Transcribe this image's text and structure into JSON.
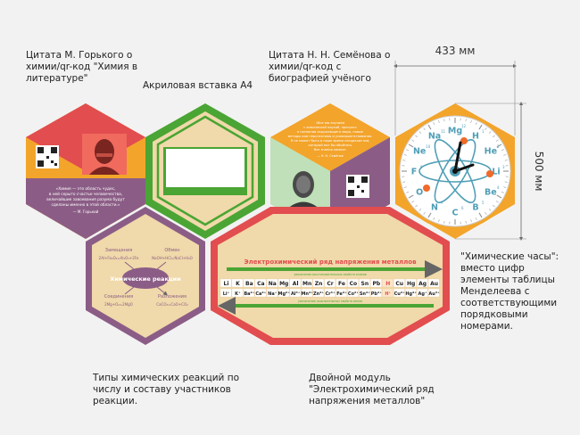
{
  "captions": {
    "gorky": "Цитата М. Горького о химии/qr-код \"Химия в литературе\"",
    "acrylic": "Акриловая вставка А4",
    "semenov": "Цитата Н. Н. Семёнова о химии/qr-код с биографией учёного",
    "clock": "\"Химические часы\": вместо цифр элементы таблицы Менделеева с соответствующими порядковыми номерами.",
    "reactions": "Типы химических реакций по числу и составу участников реакции.",
    "double": "Двойной модуль \"Электрохимический ряд напряжения металлов\""
  },
  "dimensions": {
    "width": "433 мм",
    "height": "500 мм"
  },
  "gorky_quote": [
    "«Химия — это область чудес,",
    "в ней скрыто счастье человечества,",
    "величайшие завоевания разума будут",
    "сделаны именно в этой области.»",
    "— М. Горький"
  ],
  "semenov_quote": [
    "«Все мы изучаем",
    "с химической наукой, прогресс",
    "в познании окружающего мира, новые",
    "методы или перспективы и усовершенствования.",
    "Я не может быть в наше время специалистом,",
    "который мог бы обойтись",
    "без знания химии»",
    "— Н. Н. Семёнов"
  ],
  "reactions": {
    "center": "Химические реакции",
    "labels": [
      "Замещения",
      "Обмен",
      "Соединения",
      "Разложения"
    ],
    "formulas": [
      "2Al+Fe₂O₃=Al₂O₃+2Fe",
      "NaOH+HCl=NaCl+H₂O",
      "2Mg+O₂=2MgO",
      "CaCO₃=CaO+CO₂"
    ]
  },
  "metals": {
    "title": "Электрохимический ряд напряжения металлов",
    "row1": [
      "Li",
      "K",
      "Ba",
      "Ca",
      "Na",
      "Mg",
      "Al",
      "Mn",
      "Zn",
      "Cr",
      "Fe",
      "Co",
      "Sn",
      "Pb",
      "H",
      "Cu",
      "Hg",
      "Ag",
      "Au"
    ],
    "row2": [
      "Li⁺",
      "K⁺",
      "Ba²⁺",
      "Ca²⁺",
      "Na⁺",
      "Mg²⁺",
      "Al³⁺",
      "Mn²⁺",
      "Zn²⁺",
      "Cr³⁺",
      "Fe²⁺",
      "Co²⁺",
      "Sn²⁺",
      "Pb²⁺",
      "H⁺",
      "Cu²⁺",
      "Hg²⁺",
      "Ag⁺",
      "Au³⁺"
    ],
    "arrow_top": "увеличение восстановительных свойств атомов",
    "arrow_bottom": "увеличение окислительных свойств ионов"
  },
  "clock_elements": [
    {
      "sym": "Mg",
      "n": "12"
    },
    {
      "sym": "H",
      "n": "1"
    },
    {
      "sym": "He",
      "n": "2"
    },
    {
      "sym": "Li",
      "n": "3"
    },
    {
      "sym": "Be",
      "n": "4"
    },
    {
      "sym": "B",
      "n": "5"
    },
    {
      "sym": "C",
      "n": "6"
    },
    {
      "sym": "N",
      "n": "7"
    },
    {
      "sym": "O",
      "n": "8"
    },
    {
      "sym": "F",
      "n": "9"
    },
    {
      "sym": "Ne",
      "n": "10"
    },
    {
      "sym": "Na",
      "n": "11"
    }
  ],
  "colors": {
    "red": "#e24d4f",
    "orange": "#f3a42b",
    "purple": "#8b5d86",
    "teal": "#4f9eb6",
    "green": "#4aa534",
    "wood": "#f0d9aa",
    "lightgreen": "#bfe0b8"
  }
}
